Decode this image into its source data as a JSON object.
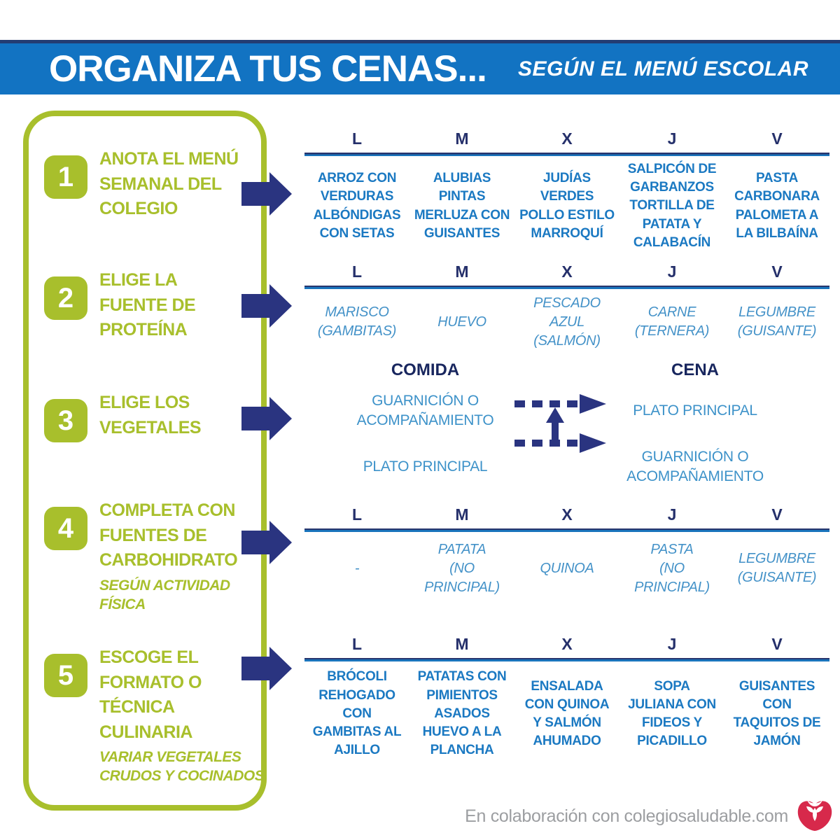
{
  "header": {
    "title": "ORGANIZA TUS CENAS...",
    "subtitle": "SEGÚN EL MENÚ ESCOLAR"
  },
  "weekdays": [
    "L",
    "M",
    "X",
    "J",
    "V"
  ],
  "steps": [
    {
      "number": "1",
      "title": "ANOTA EL MENÚ\nSEMANAL DEL\nCOLEGIO"
    },
    {
      "number": "2",
      "title": "ELIGE LA\nFUENTE DE\nPROTEÍNA"
    },
    {
      "number": "3",
      "title": "ELIGE LOS\nVEGETALES"
    },
    {
      "number": "4",
      "title": "COMPLETA CON\nFUENTES DE\nCARBOHIDRATO",
      "note": "SEGÚN ACTIVIDAD FÍSICA"
    },
    {
      "number": "5",
      "title": "ESCOGE EL\nFORMATO O\nTÉCNICA CULINARIA",
      "note": "VARIAR VEGETALES\nCRUDOS Y COCINADOS"
    }
  ],
  "sections": {
    "menu": {
      "cells": [
        "ARROZ CON\nVERDURAS\nALBÓNDIGAS\nCON SETAS",
        "ALUBIAS\nPINTAS\nMERLUZA CON\nGUISANTES",
        "JUDÍAS\nVERDES\nPOLLO ESTILO\nMARROQUÍ",
        "SALPICÓN DE\nGARBANZOS\nTORTILLA DE\nPATATA Y\nCALABACÍN",
        "PASTA\nCARBONARA\nPALOMETA A\nLA BILBAÍNA"
      ]
    },
    "protein": {
      "cells": [
        "MARISCO\n(GAMBITAS)",
        "HUEVO",
        "PESCADO\nAZUL\n(SALMÓN)",
        "CARNE\n(TERNERA)",
        "LEGUMBRE\n(GUISANTE)"
      ]
    },
    "swap": {
      "comida": {
        "header": "COMIDA",
        "items": [
          "GUARNICIÓN O\nACOMPAÑAMIENTO",
          "PLATO PRINCIPAL"
        ]
      },
      "cena": {
        "header": "CENA",
        "items": [
          "PLATO PRINCIPAL",
          "GUARNICIÓN O\nACOMPAÑAMIENTO"
        ]
      }
    },
    "carbs": {
      "cells": [
        "-",
        "PATATA\n(NO\nPRINCIPAL)",
        "QUINOA",
        "PASTA\n(NO\nPRINCIPAL)",
        "LEGUMBRE\n(GUISANTE)"
      ]
    },
    "dinner": {
      "cells": [
        "BRÓCOLI\nREHOGADO\nCON\nGAMBITAS AL\nAJILLO",
        "PATATAS CON\nPIMIENTOS\nASADOS\nHUEVO A LA\nPLANCHA",
        "ENSALADA\nCON QUINOA\nY SALMÓN\nAHUMADO",
        "SOPA\nJULIANA CON\nFIDEOS Y\nPICADILLO",
        "GUISANTES\nCON\nTAQUITOS DE\nJAMÓN"
      ]
    }
  },
  "footer": {
    "credit": "En colaboración con colegiosaludable.com",
    "logo": "apple-sprout-logo"
  },
  "colors": {
    "bar_blue": "#1273c2",
    "bar_top_edge": "#233c72",
    "navy": "#25306b",
    "arrow_navy": "#2a3480",
    "green": "#a8bf2c",
    "cell_blue": "#1b79c2",
    "italic_blue": "#4492c8",
    "swap_blue": "#3d92c9",
    "swap_navy": "#18265e",
    "rule_blue": "#1a74bc",
    "footer_gray": "#9c9ea1",
    "logo_red": "#d7294b"
  }
}
